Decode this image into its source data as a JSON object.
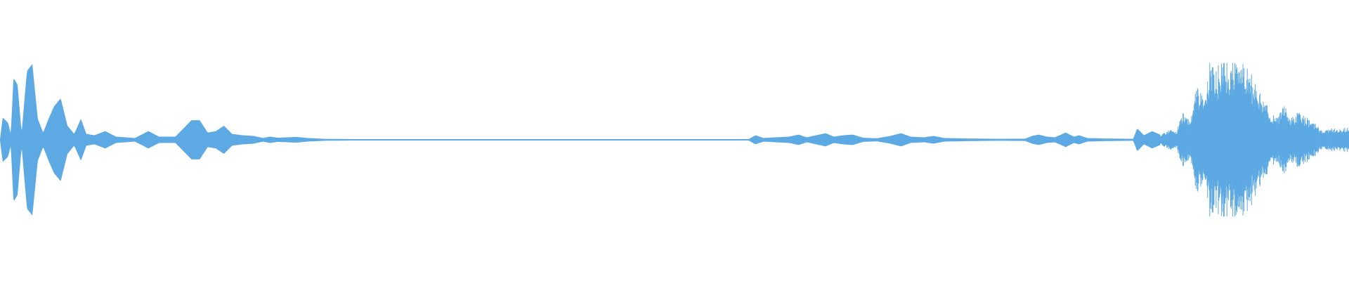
{
  "waveform": {
    "color": "#5DA9E3",
    "background": "#FFFFFF",
    "amplitude_range": [
      -1,
      1
    ],
    "envelope": [
      [
        0.0,
        0.0
      ],
      [
        0.002,
        0.16
      ],
      [
        0.006,
        0.12
      ],
      [
        0.008,
        0.04
      ],
      [
        0.01,
        0.45
      ],
      [
        0.013,
        0.4
      ],
      [
        0.016,
        0.05
      ],
      [
        0.02,
        0.5
      ],
      [
        0.024,
        0.55
      ],
      [
        0.028,
        0.15
      ],
      [
        0.032,
        0.05
      ],
      [
        0.036,
        0.15
      ],
      [
        0.04,
        0.24
      ],
      [
        0.045,
        0.3
      ],
      [
        0.05,
        0.1
      ],
      [
        0.055,
        0.04
      ],
      [
        0.06,
        0.15
      ],
      [
        0.064,
        0.04
      ],
      [
        0.07,
        0.03
      ],
      [
        0.078,
        0.06
      ],
      [
        0.086,
        0.02
      ],
      [
        0.1,
        0.01
      ],
      [
        0.11,
        0.06
      ],
      [
        0.118,
        0.02
      ],
      [
        0.13,
        0.02
      ],
      [
        0.136,
        0.08
      ],
      [
        0.142,
        0.14
      ],
      [
        0.148,
        0.14
      ],
      [
        0.154,
        0.05
      ],
      [
        0.16,
        0.06
      ],
      [
        0.166,
        0.1
      ],
      [
        0.172,
        0.04
      ],
      [
        0.18,
        0.03
      ],
      [
        0.188,
        0.025
      ],
      [
        0.195,
        0.01
      ],
      [
        0.2,
        0.02
      ],
      [
        0.206,
        0.012
      ],
      [
        0.22,
        0.018
      ],
      [
        0.228,
        0.01
      ],
      [
        0.24,
        0.004
      ],
      [
        0.26,
        0.002
      ],
      [
        0.3,
        0.002
      ],
      [
        0.4,
        0.002
      ],
      [
        0.5,
        0.002
      ],
      [
        0.555,
        0.002
      ],
      [
        0.56,
        0.03
      ],
      [
        0.566,
        0.01
      ],
      [
        0.575,
        0.015
      ],
      [
        0.585,
        0.02
      ],
      [
        0.592,
        0.035
      ],
      [
        0.598,
        0.015
      ],
      [
        0.605,
        0.03
      ],
      [
        0.612,
        0.045
      ],
      [
        0.618,
        0.02
      ],
      [
        0.625,
        0.03
      ],
      [
        0.632,
        0.035
      ],
      [
        0.64,
        0.012
      ],
      [
        0.65,
        0.008
      ],
      [
        0.66,
        0.025
      ],
      [
        0.668,
        0.045
      ],
      [
        0.675,
        0.02
      ],
      [
        0.685,
        0.015
      ],
      [
        0.692,
        0.025
      ],
      [
        0.7,
        0.01
      ],
      [
        0.72,
        0.006
      ],
      [
        0.74,
        0.004
      ],
      [
        0.76,
        0.005
      ],
      [
        0.765,
        0.025
      ],
      [
        0.77,
        0.035
      ],
      [
        0.776,
        0.02
      ],
      [
        0.782,
        0.015
      ],
      [
        0.79,
        0.05
      ],
      [
        0.796,
        0.02
      ],
      [
        0.8,
        0.03
      ],
      [
        0.806,
        0.01
      ],
      [
        0.82,
        0.006
      ],
      [
        0.84,
        0.004
      ],
      [
        0.843,
        0.08
      ],
      [
        0.848,
        0.03
      ],
      [
        0.854,
        0.06
      ],
      [
        0.86,
        0.035
      ],
      [
        0.866,
        0.06
      ],
      [
        0.872,
        0.05
      ],
      [
        0.877,
        0.16
      ],
      [
        0.882,
        0.11
      ],
      [
        0.887,
        0.3
      ],
      [
        0.892,
        0.24
      ],
      [
        0.897,
        0.45
      ],
      [
        0.902,
        0.4
      ],
      [
        0.907,
        0.5
      ],
      [
        0.912,
        0.44
      ],
      [
        0.917,
        0.47
      ],
      [
        0.922,
        0.43
      ],
      [
        0.927,
        0.38
      ],
      [
        0.932,
        0.32
      ],
      [
        0.937,
        0.23
      ],
      [
        0.942,
        0.15
      ],
      [
        0.947,
        0.12
      ],
      [
        0.952,
        0.2
      ],
      [
        0.957,
        0.12
      ],
      [
        0.962,
        0.16
      ],
      [
        0.967,
        0.14
      ],
      [
        0.972,
        0.12
      ],
      [
        0.977,
        0.08
      ],
      [
        0.982,
        0.05
      ],
      [
        0.987,
        0.07
      ],
      [
        0.992,
        0.06
      ],
      [
        0.997,
        0.07
      ],
      [
        1.0,
        0.07
      ]
    ]
  }
}
